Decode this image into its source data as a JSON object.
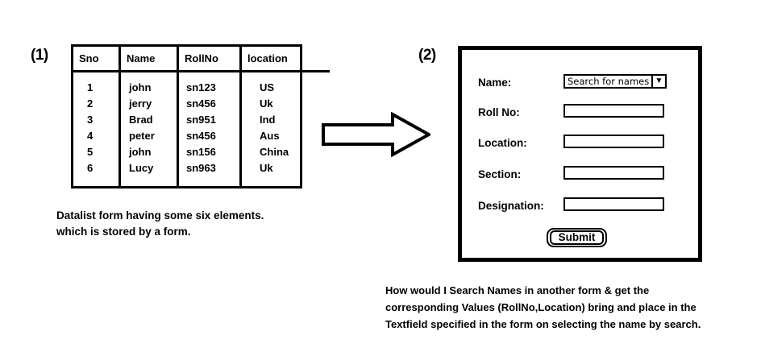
{
  "markers": {
    "panel_one": "(1)",
    "panel_two": "(2)"
  },
  "datalist": {
    "columns": [
      "Sno",
      "Name",
      "RollNo",
      "location"
    ],
    "rows": [
      {
        "sno": "1",
        "name": "john",
        "rollno": "sn123",
        "location": "US"
      },
      {
        "sno": "2",
        "name": "jerry",
        "rollno": "sn456",
        "location": "Uk"
      },
      {
        "sno": "3",
        "name": "Brad",
        "rollno": "sn951",
        "location": "Ind"
      },
      {
        "sno": "4",
        "name": "peter",
        "rollno": "sn456",
        "location": "Aus"
      },
      {
        "sno": "5",
        "name": "john",
        "rollno": "sn156",
        "location": "China"
      },
      {
        "sno": "6",
        "name": "Lucy",
        "rollno": "sn963",
        "location": "Uk"
      }
    ],
    "caption": {
      "line1": "Datalist form having some six elements.",
      "line2": "which is stored by a form."
    }
  },
  "arrow": {
    "icon": "right-arrow-icon"
  },
  "search_form": {
    "fields": {
      "name": {
        "label": "Name:",
        "control": "dropdown",
        "value": "Search for names",
        "placeholder": "Search for names",
        "chevron": "▼"
      },
      "rollno": {
        "label": "Roll No:",
        "control": "textfield",
        "value": "",
        "placeholder": ""
      },
      "location": {
        "label": "Location:",
        "control": "textfield",
        "value": "",
        "placeholder": ""
      },
      "section": {
        "label": "Section:",
        "control": "textfield",
        "value": "",
        "placeholder": ""
      },
      "designation": {
        "label": "Designation:",
        "control": "textfield",
        "value": "",
        "placeholder": ""
      }
    },
    "submit_label": "Submit"
  },
  "question": {
    "line1": "How would I Search Names in another form & get the",
    "line2": "corresponding Values (RollNo,Location) bring and place in the",
    "line3": "Textfield specified in the form on selecting the name by search."
  },
  "colors": {
    "ink": "#000000",
    "paper": "#ffffff"
  }
}
